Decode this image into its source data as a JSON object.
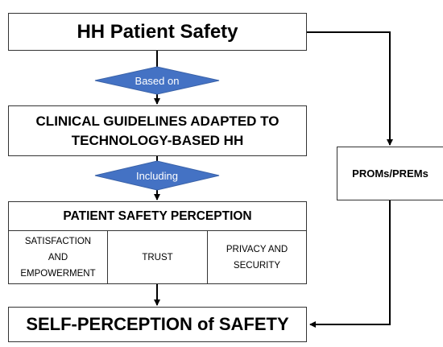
{
  "top_box": {
    "label": "HH Patient Safety"
  },
  "diamond_based_on": {
    "label": "Based on",
    "color": "#4472c4"
  },
  "guidelines_box": {
    "line1": "CLINICAL GUIDELINES ADAPTED TO",
    "line2": "TECHNOLOGY-BASED HH"
  },
  "diamond_including": {
    "label": "Including",
    "color": "#4472c4"
  },
  "perception_box": {
    "title": "PATIENT SAFETY PERCEPTION",
    "cells": [
      {
        "lines": [
          "SATISFACTION",
          "AND",
          "EMPOWERMENT"
        ]
      },
      {
        "lines": [
          "TRUST"
        ]
      },
      {
        "lines": [
          "PRIVACY AND",
          "SECURITY"
        ]
      }
    ]
  },
  "self_box": {
    "label": "SELF-PERCEPTION of SAFETY"
  },
  "proms_box": {
    "label": "PROMs/PREMs"
  }
}
